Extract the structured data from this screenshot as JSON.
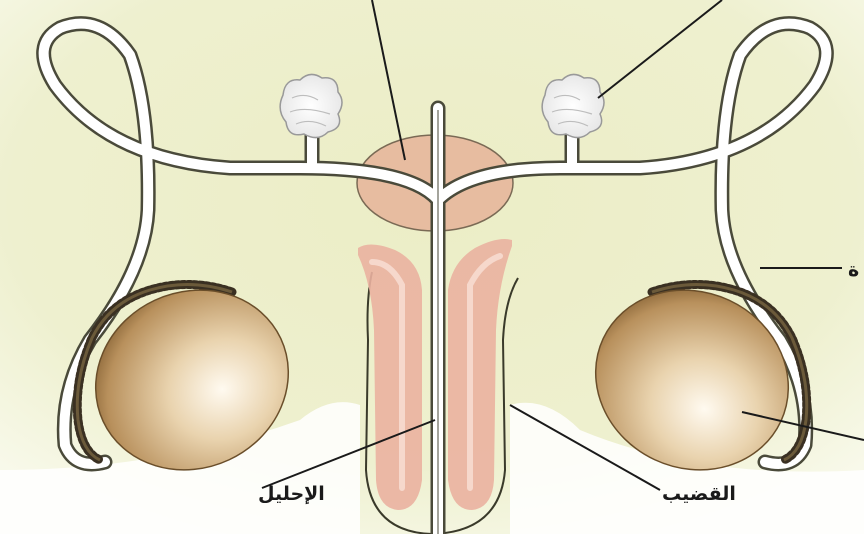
{
  "labels": {
    "urethra": "الإحليل",
    "penis": "القضيب",
    "right_edge_fragment": "ة"
  },
  "colors": {
    "background": "#ecedc6",
    "tube_outline": "#4a4a3a",
    "tube_fill": "#ffffff",
    "prostate": "#e7bca0",
    "testis": "#b38a55",
    "erectile_tissue": "#eab1a0",
    "leader_line": "#1a1a1a"
  }
}
